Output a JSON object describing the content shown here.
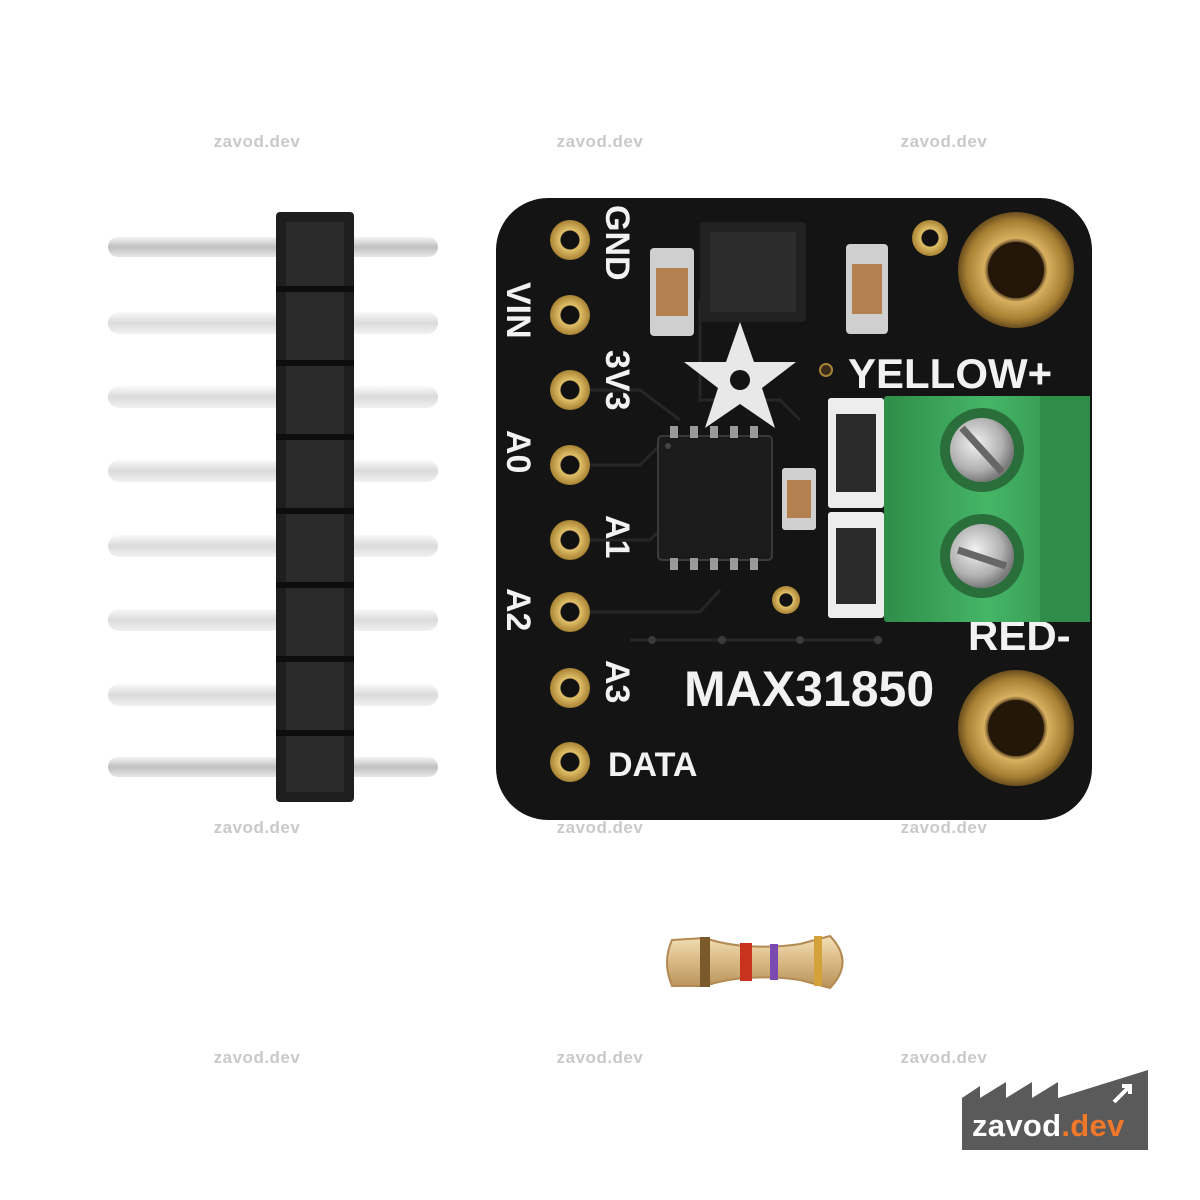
{
  "watermarks": [
    {
      "text": "zavod.dev"
    },
    {
      "text": "zavod.dev"
    },
    {
      "text": "zavod.dev"
    },
    {
      "text": "zavod.dev"
    },
    {
      "text": "zavod.dev"
    },
    {
      "text": "zavod.dev"
    },
    {
      "text": "zavod.dev"
    },
    {
      "text": "zavod.dev"
    },
    {
      "text": "zavod.dev"
    }
  ],
  "board": {
    "pins": [
      "GND",
      "VIN",
      "3V3",
      "A0",
      "A1",
      "A2",
      "A3",
      "DATA"
    ],
    "terminal_plus": "YELLOW+",
    "terminal_minus": "RED-",
    "chip_name": "MAX31850",
    "colors": {
      "pcb": "#141414",
      "silkscreen": "#f2f2f2",
      "pad_gold": "#c9a24a",
      "terminal_green": "#3aa85a",
      "header_black": "#1e1e1e"
    }
  },
  "resistor": {
    "bands": [
      "#7a5a2a",
      "#c8321e",
      "#7a4ab0",
      "#d4a23a"
    ]
  },
  "logo": {
    "text_main": "zavod",
    "text_accent": ".dev",
    "colors": {
      "bg": "#5a5a5a",
      "accent": "#f0782a"
    }
  }
}
